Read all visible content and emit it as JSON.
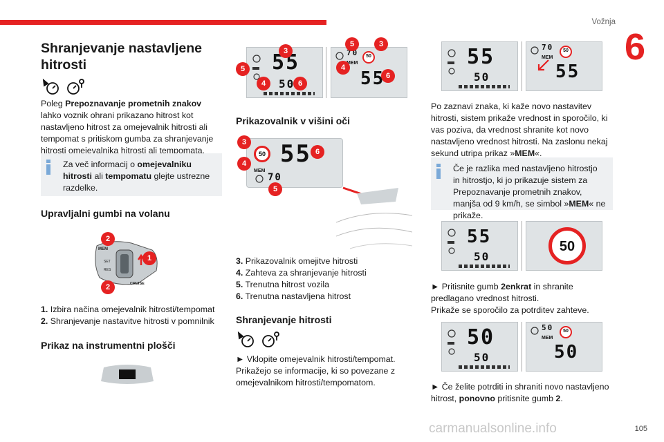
{
  "header": {
    "section": "Vožnja",
    "chapter": "6",
    "page_number": "105"
  },
  "col1": {
    "title": "Shranjevanje nastavljene hitrosti",
    "intro": [
      {
        "t": "Poleg ",
        "b": false
      },
      {
        "t": "Prepoznavanje prometnih znakov",
        "b": true
      },
      {
        "t": " lahko voznik ohrani prikazano hitrost kot nastavljeno hitrost za omejevalnik hitrosti ali tempomat s pritiskom gumba za shranjevanje hitrosti omejevalnika hitrosti ali tempomata.",
        "b": false
      }
    ],
    "info": [
      {
        "t": "Za več informacij o ",
        "b": false
      },
      {
        "t": "omejevalniku hitrosti",
        "b": true
      },
      {
        "t": " ali ",
        "b": false
      },
      {
        "t": "tempomatu",
        "b": true
      },
      {
        "t": " glejte ustrezne razdelke.",
        "b": false
      }
    ],
    "heading_controls": "Upravljalni gumbi na volanu",
    "stalk_labels": [
      "MEM",
      "SET",
      "RES",
      "CRUISE"
    ],
    "list": [
      {
        "num": "1.",
        "text": "Izbira načina omejevalnik hitrosti/tempomat"
      },
      {
        "num": "2.",
        "text": "Shranjevanje nastavitve hitrosti v pomnilnik"
      }
    ],
    "heading_cluster": "Prikaz na instrumentni plošči"
  },
  "col2": {
    "heading_hud": "Prikazovalnik v višini oči",
    "list": [
      {
        "num": "3.",
        "text": "Prikazovalnik omejitve hitrosti"
      },
      {
        "num": "4.",
        "text": "Zahteva za shranjevanje hitrosti"
      },
      {
        "num": "5.",
        "text": "Trenutna hitrost vozila"
      },
      {
        "num": "6.",
        "text": "Trenutna nastavljena hitrost"
      }
    ],
    "heading_save": "Shranjevanje hitrosti",
    "step": [
      {
        "t": "► Vklopite omejevalnik hitrosti/tempomat.",
        "b": false
      }
    ],
    "step_body": "Prikažejo se informacije, ki so povezane z omejevalnikom hitrosti/tempomatom."
  },
  "col3": {
    "para1": [
      {
        "t": "Po zaznavi znaka, ki kaže novo nastavitev hitrosti, sistem prikaže vrednost in sporočilo, ki vas poziva, da vrednost shranite kot novo nastavljeno vrednost hitrosti. Na zaslonu nekaj sekund utripa prikaz »",
        "b": false
      },
      {
        "t": "MEM",
        "b": true
      },
      {
        "t": "«.",
        "b": false
      }
    ],
    "info": [
      {
        "t": "Če je razlika med nastavljeno hitrostjo in hitrostjo, ki jo prikazuje sistem za Prepoznavanje prometnih znakov, manjša od 9 km/h, se simbol »",
        "b": false
      },
      {
        "t": "MEM",
        "b": true
      },
      {
        "t": "« ne prikaže.",
        "b": false
      }
    ],
    "step1": [
      {
        "t": "► Pritisnite gumb ",
        "b": false
      },
      {
        "t": "2enkrat",
        "b": true
      },
      {
        "t": " in shranite predlagano vrednost hitrosti.",
        "b": false
      }
    ],
    "step1_body": "Prikaže se sporočilo za potrditev zahteve.",
    "step2": [
      {
        "t": "► Če želite potrditi in shraniti novo nastavljeno hitrost, ",
        "b": false
      },
      {
        "t": "ponovno",
        "b": true
      },
      {
        "t": " pritisnite gumb ",
        "b": false
      },
      {
        "t": "2",
        "b": true
      },
      {
        "t": ".",
        "b": false
      }
    ]
  },
  "displays": {
    "mem": "MEM",
    "d1": {
      "left_top": "55",
      "left_bottom": "50",
      "sign": "50",
      "mem_value": "70",
      "right_value": "55"
    },
    "hud": {
      "sign": "50",
      "value": "55",
      "mem_value": "70"
    },
    "d2": {
      "left_top": "55",
      "left_bottom": "50",
      "sign": "50",
      "mem_value": "70",
      "right_value": "55"
    },
    "d3": {
      "left_top": "55",
      "left_bottom": "50",
      "sign": "50"
    },
    "d4": {
      "left_top": "50",
      "left_bottom": "50",
      "sign": "50",
      "mem_value": "50",
      "right_value": "50"
    }
  },
  "callouts": [
    "1",
    "2",
    "3",
    "4",
    "5",
    "6"
  ],
  "watermark": "carmanualsonline.info",
  "colors": {
    "accent": "#e52222",
    "info_icon": "#7aa9d8",
    "info_bg": "#eef0f2"
  }
}
